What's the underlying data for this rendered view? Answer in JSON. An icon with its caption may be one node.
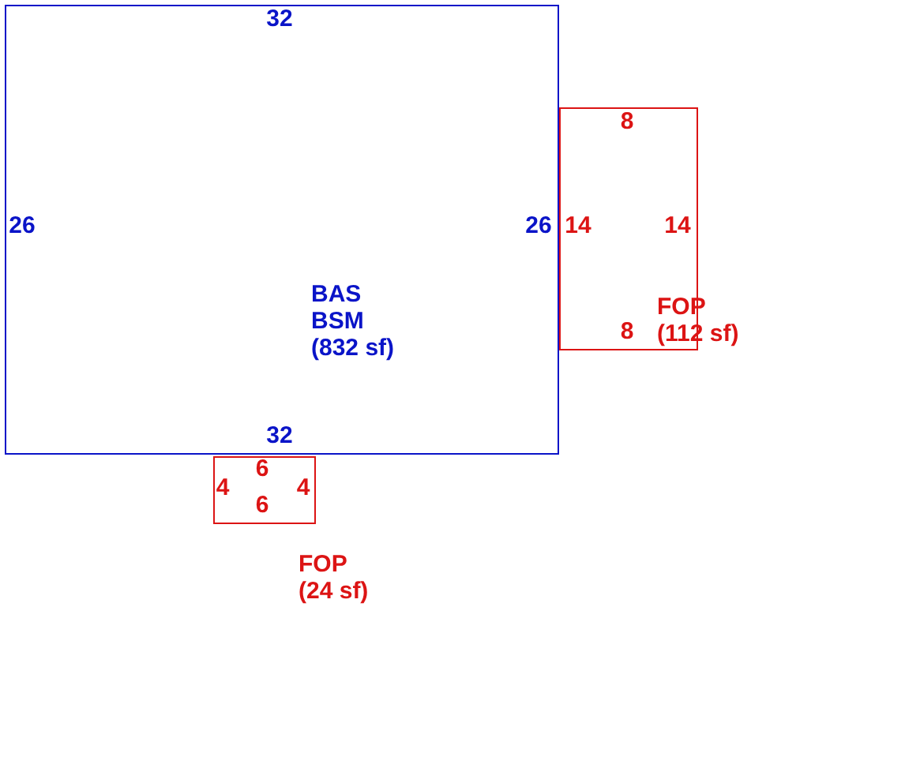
{
  "diagram": {
    "nodes": [
      {
        "text": [
          "BAS",
          "BSM",
          "(832 sf)"
        ]
      },
      {
        "text": [
          "FOP",
          "(112 sf)"
        ]
      },
      {
        "text": [
          "FOP",
          "(24 sf)"
        ]
      }
    ],
    "labels": [
      "32",
      "8",
      "26",
      "26",
      "14",
      "14",
      "8",
      "32",
      "6",
      "4",
      "4",
      "6"
    ]
  }
}
